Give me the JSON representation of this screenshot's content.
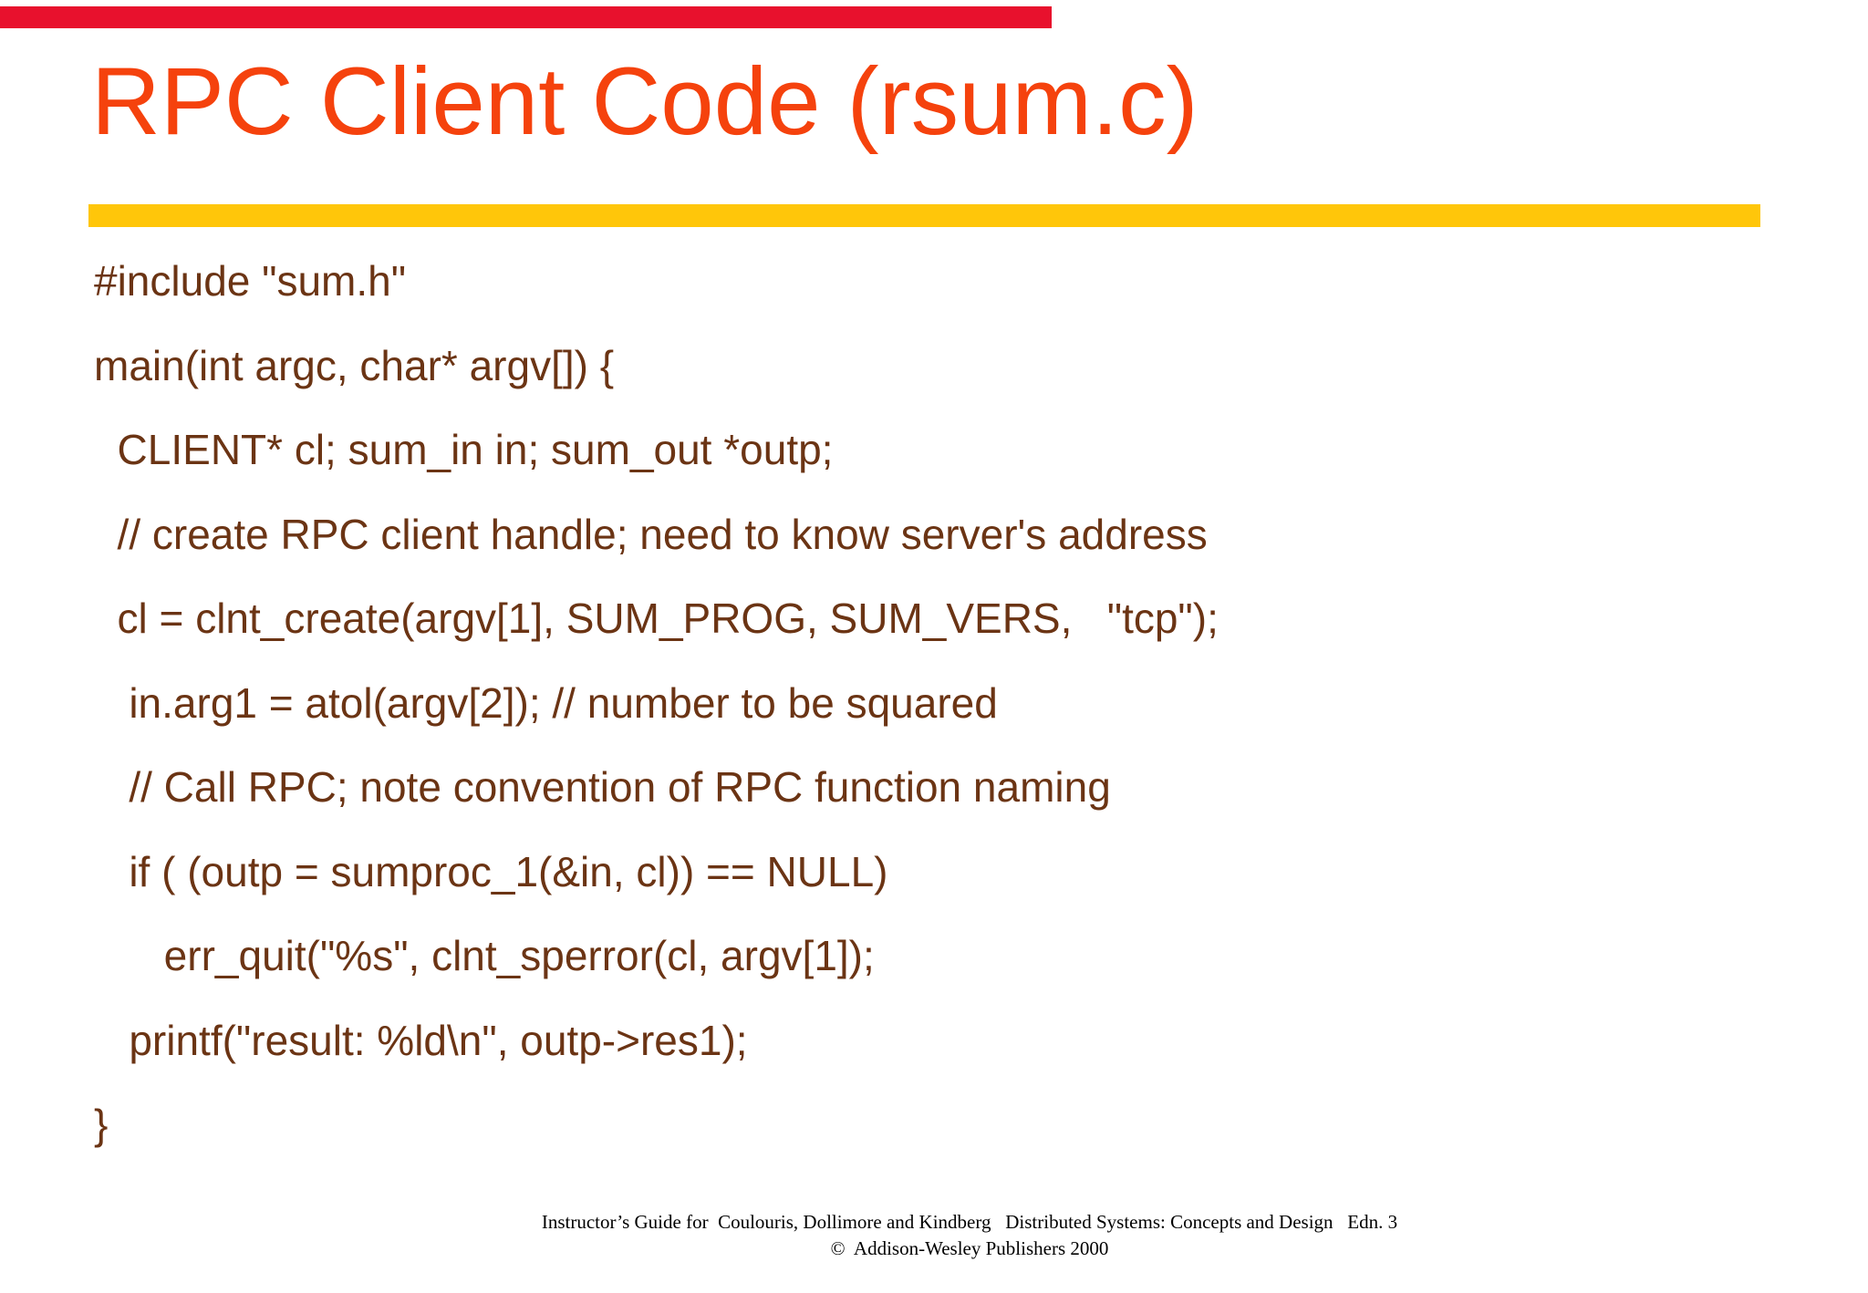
{
  "slide": {
    "title": "RPC Client Code (rsum.c)",
    "code_lines": [
      "#include \"sum.h\"",
      "main(int argc, char* argv[]) {",
      "  CLIENT* cl; sum_in in; sum_out *outp;",
      "  // create RPC client handle; need to know server's address",
      "  cl = clnt_create(argv[1], SUM_PROG, SUM_VERS,   \"tcp\");",
      "   in.arg1 = atol(argv[2]); // number to be squared",
      "   // Call RPC; note convention of RPC function naming",
      "   if ( (outp = sumproc_1(&in, cl)) == NULL)",
      "      err_quit(\"%s\", clnt_sperror(cl, argv[1]);",
      "   printf(\"result: %ld\\n\", outp->res1);",
      "}"
    ],
    "footer": {
      "line1": "Instructor’s Guide for  Coulouris, Dollimore and Kindberg   Distributed Systems: Concepts and Design   Edn. 3",
      "line2": "©  Addison-Wesley Publishers 2000"
    },
    "colors": {
      "top_bar": "#e8112d",
      "title": "#f5420d",
      "rule": "#ffc60a",
      "code_text": "#6b3414",
      "footer_text": "#000000"
    }
  }
}
